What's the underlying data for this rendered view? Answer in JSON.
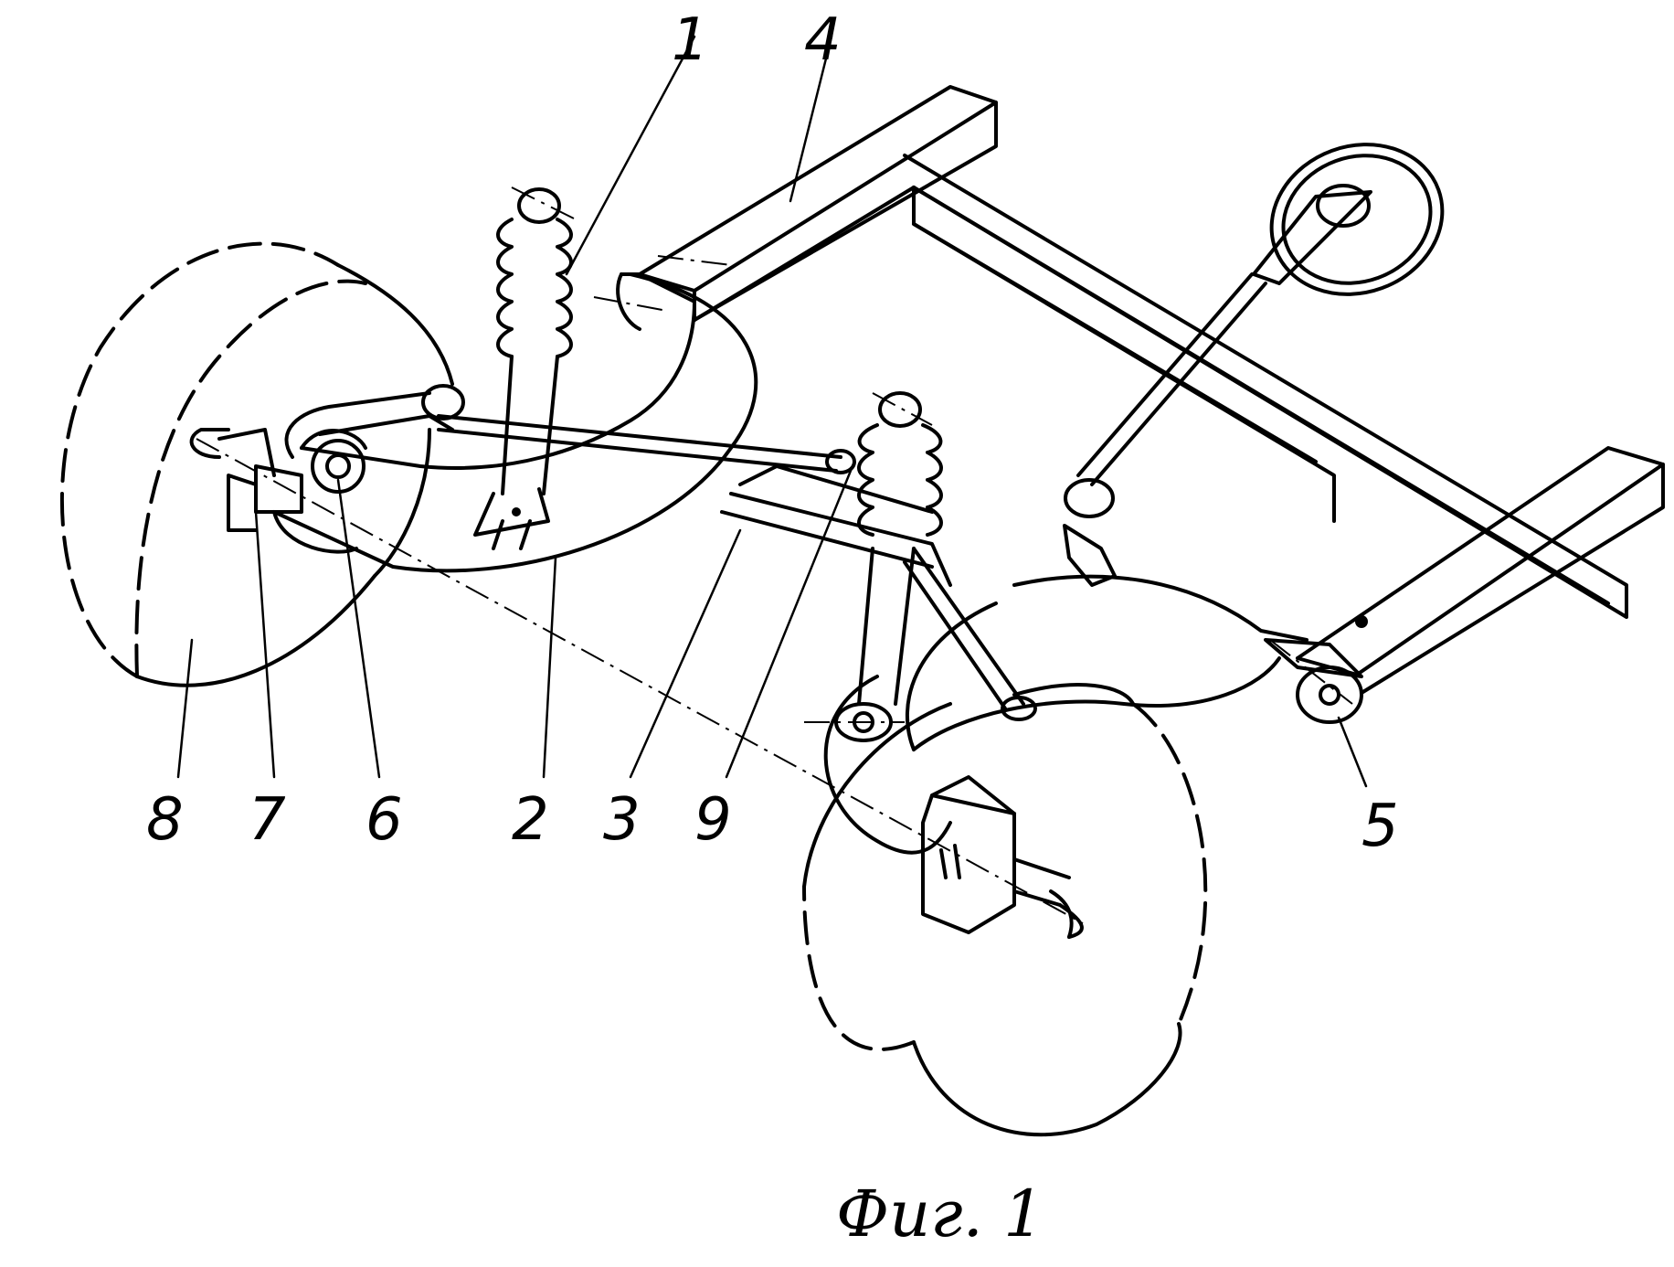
{
  "figure": {
    "caption": "Фиг. 1",
    "parts": [
      {
        "id": "1",
        "name": "shock-absorber-left"
      },
      {
        "id": "2",
        "name": "curved-arm-left"
      },
      {
        "id": "3",
        "name": "cross-beam"
      },
      {
        "id": "4",
        "name": "frame-rail-upper"
      },
      {
        "id": "5",
        "name": "arm-pivot-right"
      },
      {
        "id": "6",
        "name": "pivot-pin-left"
      },
      {
        "id": "7",
        "name": "wheel-bracket-left"
      },
      {
        "id": "8",
        "name": "wheel-left"
      },
      {
        "id": "9",
        "name": "tie-rod"
      }
    ]
  }
}
